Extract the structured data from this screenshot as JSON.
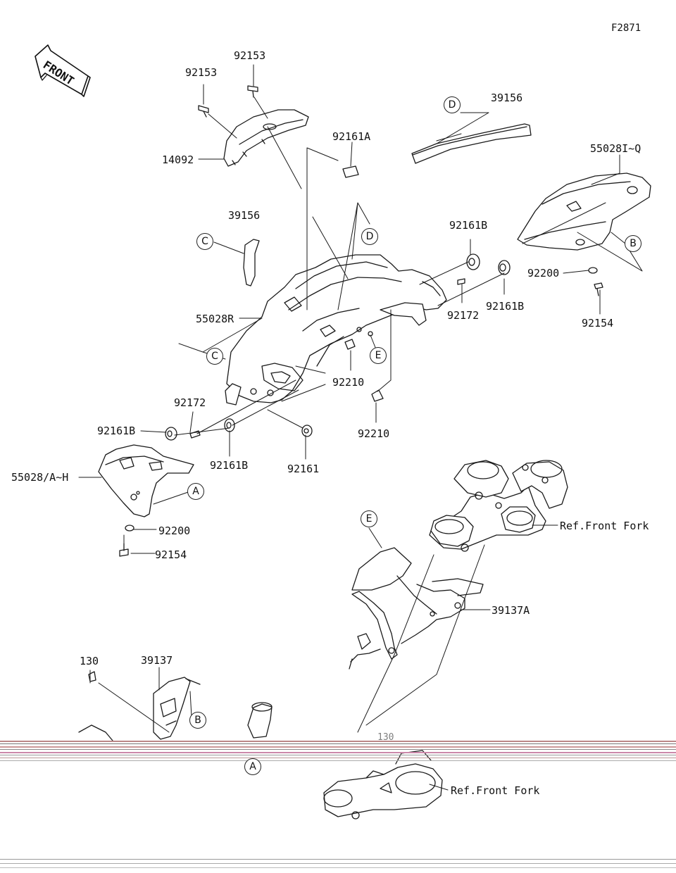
{
  "figure_code": "F2871",
  "front_label": "FRONT",
  "labels": {
    "92153_a": "92153",
    "92153_b": "92153",
    "14092": "14092",
    "92161A": "92161A",
    "39156_top": "39156",
    "55028IQ": "55028I~Q",
    "39156_mid": "39156",
    "92161B_r1": "92161B",
    "92200_r": "92200",
    "55028R": "55028R",
    "92172_r": "92172",
    "92161B_r2": "92161B",
    "92154_r": "92154",
    "92210_a": "92210",
    "92172_l": "92172",
    "92161B_l1": "92161B",
    "92210_b": "92210",
    "92161B_l2": "92161B",
    "92161": "92161",
    "55028AH": "55028/A~H",
    "92200_l": "92200",
    "92154_l": "92154",
    "ref_front_fork_1": "Ref.Front Fork",
    "39137A": "39137A",
    "130": "130",
    "39137": "39137",
    "ref_front_fork_2": "Ref.Front Fork",
    "partial_130": "130"
  },
  "callouts": {
    "D_top": "D",
    "C_mid": "C",
    "D_mid": "D",
    "B_right": "B",
    "E_mid": "E",
    "C_left": "C",
    "A_left": "A",
    "E_lower": "E",
    "B_lower": "B",
    "A_bottom": "A"
  }
}
